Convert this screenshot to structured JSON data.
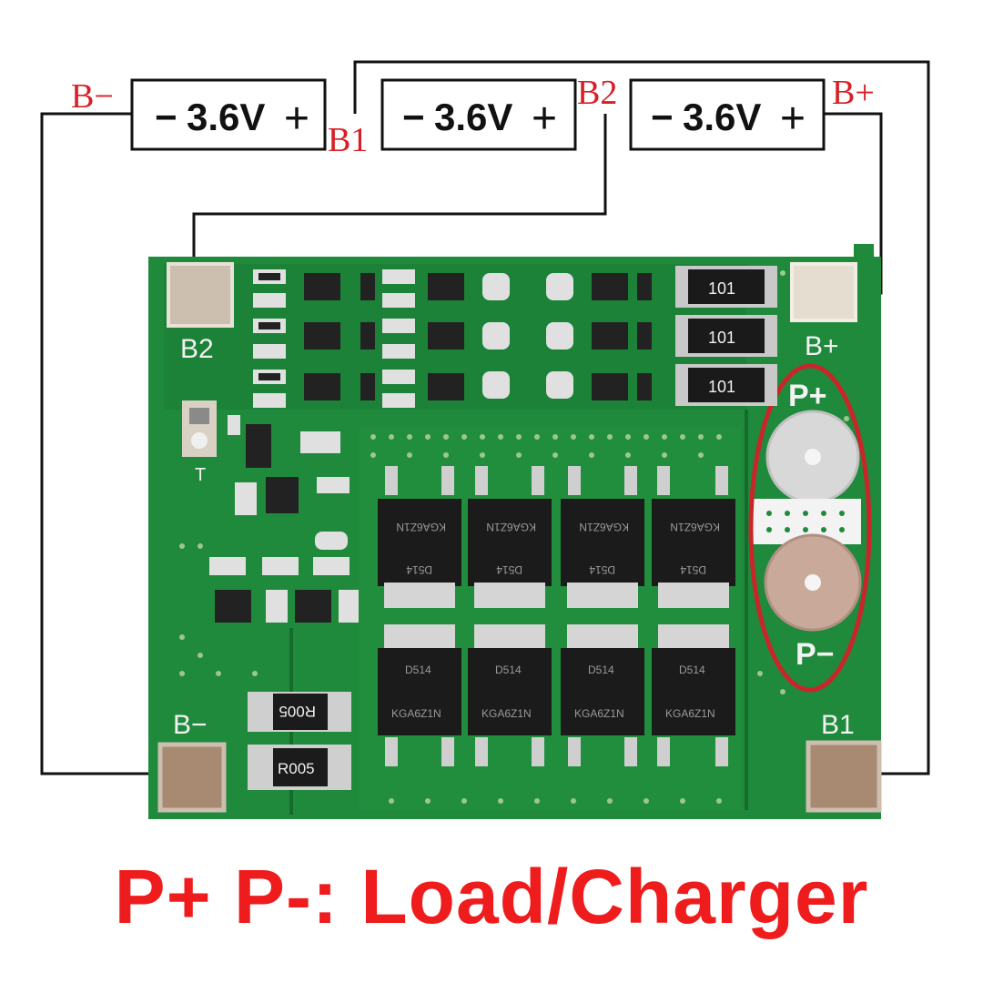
{
  "cells": [
    {
      "minus": "−",
      "voltage": "3.6V",
      "plus": "+"
    },
    {
      "minus": "−",
      "voltage": "3.6V",
      "plus": "+"
    },
    {
      "minus": "−",
      "voltage": "3.6V",
      "plus": "+"
    }
  ],
  "wire_labels": {
    "b_minus": "B−",
    "b1": "B1",
    "b2": "B2",
    "b_plus": "B+"
  },
  "board_labels": {
    "b2": "B2",
    "b_plus": "B+",
    "b_minus": "B−",
    "b1": "B1",
    "p_plus": "P+",
    "p_minus": "P−",
    "t": "T"
  },
  "resistor_codes": {
    "top": [
      "101",
      "101",
      "101"
    ],
    "sense_top": "R005",
    "sense_bottom": "R005"
  },
  "mosfet_codes": {
    "part": "KGA6Z1N",
    "date": "D514"
  },
  "caption": "P+ P-: Load/Charger",
  "colors": {
    "pcb": "#1f8a3c",
    "pcb_dark": "#157030",
    "label_red": "#d81e26",
    "caption_red": "#ee1c1c",
    "wire": "#111111",
    "highlight_ellipse": "#c8262a",
    "pad": "#cdbfb0"
  }
}
